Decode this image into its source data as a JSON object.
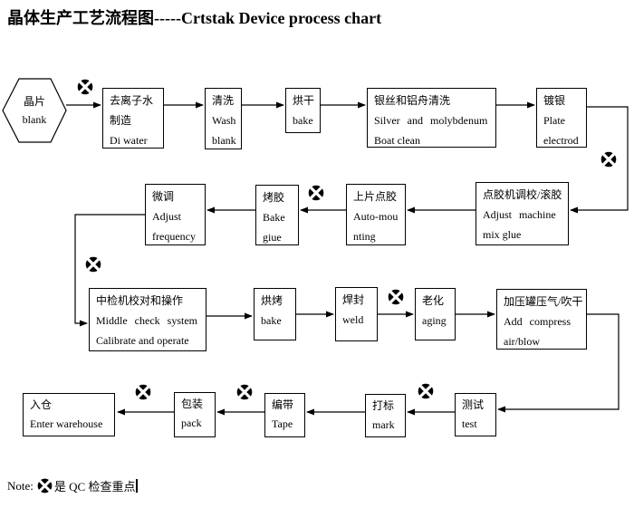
{
  "title": {
    "text": "晶体生产工艺流程图-----Crtstak Device process chart"
  },
  "colors": {
    "ink": "#000000",
    "background": "#ffffff"
  },
  "qc_icon_meaning": "QC 检查重点",
  "note": {
    "prefix": "Note:",
    "text": "是 QC 检查重点"
  },
  "nodes": [
    {
      "id": "blank",
      "shape": "hexagon",
      "lines": [
        "晶片",
        "blank"
      ]
    },
    {
      "id": "di-water",
      "lines": [
        "去离子水",
        "制造",
        "Di water"
      ]
    },
    {
      "id": "wash",
      "lines": [
        "清洗",
        "Wash",
        "blank"
      ]
    },
    {
      "id": "bake-dry",
      "lines": [
        "烘干",
        "bake"
      ]
    },
    {
      "id": "boat-clean",
      "lines": [
        "银丝和铝舟清洗",
        "Silver and molybdenum",
        "Boat clean"
      ]
    },
    {
      "id": "plate-electrod",
      "lines": [
        "镀银",
        "Plate",
        "electrod"
      ]
    },
    {
      "id": "glue-machine",
      "lines": [
        "点胶机调校/滚胶",
        "Adjust machine",
        "mix glue"
      ]
    },
    {
      "id": "auto-mounting",
      "lines": [
        "上片点胶",
        "Auto-mou",
        "nting"
      ]
    },
    {
      "id": "bake-glue",
      "lines": [
        "烤胶",
        "Bake",
        "giue"
      ]
    },
    {
      "id": "adjust-frequency",
      "lines": [
        "微调",
        "Adjust",
        "frequency"
      ]
    },
    {
      "id": "middle-check",
      "lines": [
        "中检机校对和操作",
        "Middle check system",
        "Calibrate and operate"
      ]
    },
    {
      "id": "bake",
      "lines": [
        "烘烤",
        "bake"
      ]
    },
    {
      "id": "weld",
      "lines": [
        "焊封",
        "weld"
      ]
    },
    {
      "id": "aging",
      "lines": [
        "老化",
        "aging"
      ]
    },
    {
      "id": "compress-air",
      "lines": [
        "加压罐压气/吹干",
        "Add compress",
        "air/blow"
      ]
    },
    {
      "id": "test",
      "lines": [
        "测试",
        "test"
      ]
    },
    {
      "id": "mark",
      "lines": [
        "打标",
        "mark"
      ]
    },
    {
      "id": "tape",
      "lines": [
        "编带",
        "Tape"
      ]
    },
    {
      "id": "pack",
      "lines": [
        "包装",
        "pack"
      ]
    },
    {
      "id": "warehouse",
      "lines": [
        "入仓",
        "Enter warehouse"
      ]
    }
  ]
}
